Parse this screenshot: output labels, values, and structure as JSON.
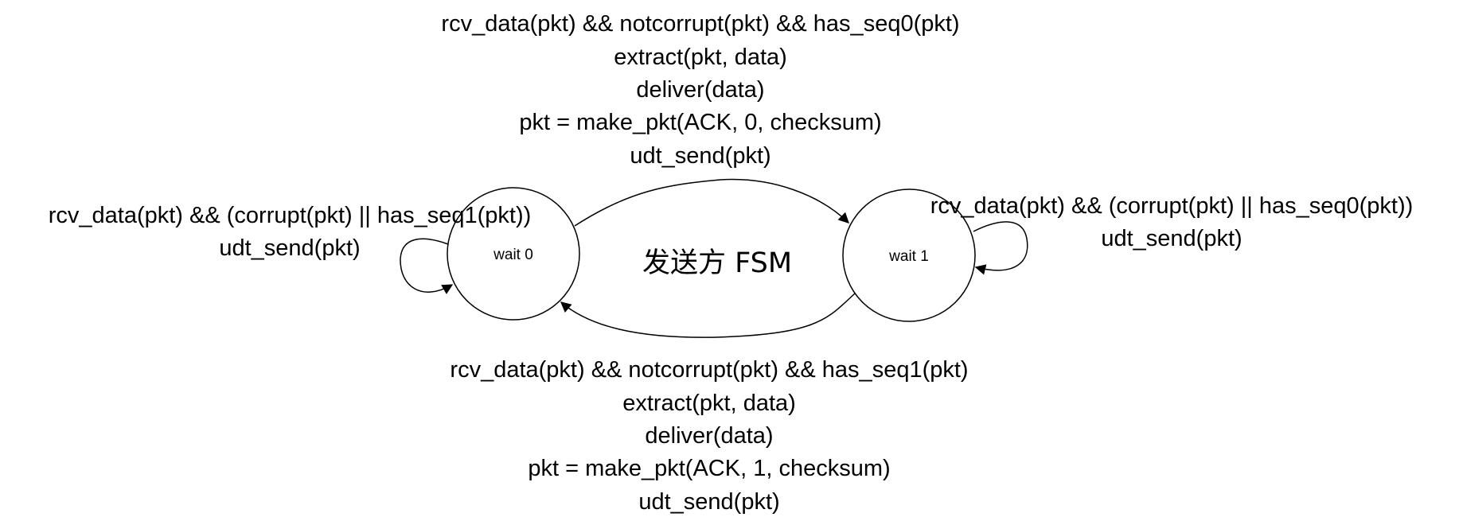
{
  "title": "发送方 FSM",
  "states": {
    "wait0": {
      "label": "wait 0"
    },
    "wait1": {
      "label": "wait 1"
    }
  },
  "transitions": {
    "wait0_to_wait1": {
      "lines": [
        "rcv_data(pkt) && notcorrupt(pkt) && has_seq0(pkt)",
        "extract(pkt, data)",
        "deliver(data)",
        "pkt = make_pkt(ACK, 0, checksum)",
        "udt_send(pkt)"
      ]
    },
    "wait1_to_wait0": {
      "lines": [
        "rcv_data(pkt) && notcorrupt(pkt) && has_seq1(pkt)",
        "extract(pkt, data)",
        "deliver(data)",
        "pkt = make_pkt(ACK, 1, checksum)",
        "udt_send(pkt)"
      ]
    },
    "wait0_self": {
      "lines": [
        "rcv_data(pkt) && (corrupt(pkt) || has_seq1(pkt))",
        "udt_send(pkt)"
      ]
    },
    "wait1_self": {
      "lines": [
        "rcv_data(pkt) && (corrupt(pkt) || has_seq0(pkt))",
        "udt_send(pkt)"
      ]
    }
  }
}
